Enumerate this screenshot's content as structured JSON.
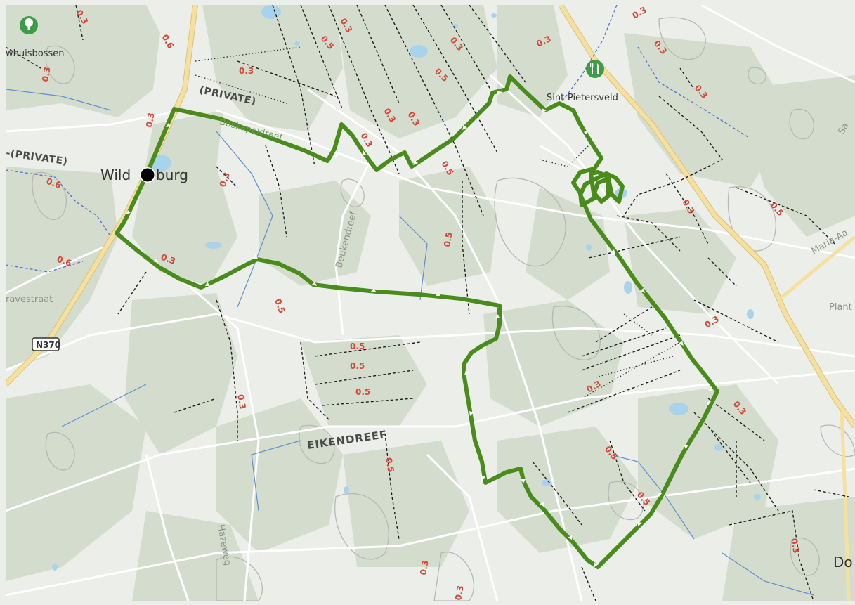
{
  "map": {
    "places": {
      "wildenburg": "Wild●burg",
      "wildenburg_left": "Wild",
      "wildenburg_right": "burg",
      "sint_pietersveld": "Sint-Pietersveld",
      "nieuwhuisbossen": "whuisbossen",
      "do": "Do"
    },
    "labels": {
      "private_1": "(PRIVATE)",
      "private_2": "-(PRIVATE)",
      "boskapeldreef": "Boskapeldreef",
      "beukendreef": "Beukendreef",
      "eikendreef": "EIKENDREEF",
      "hazeweg": "Hazeweg",
      "ravestraat": "ravestraat",
      "maria_aa": "Maria-Aa",
      "plant": "Plant",
      "sa": "Sa",
      "road_n370": "N370"
    },
    "grades": [
      "0.6",
      "0.3",
      "0.3",
      "0.3",
      "0.5",
      "0.5",
      "0.3",
      "0.3",
      "0.3",
      "0.3",
      "0.3",
      "0.3",
      "0.5",
      "0.3",
      "0.6",
      "0.6",
      "0.3",
      "0.3",
      "0.5",
      "0.5",
      "0.5",
      "0.5",
      "0.3",
      "0.5",
      "0.3",
      "0.3",
      "0.3",
      "0.5",
      "0.5",
      "0.3",
      "0.3",
      "0.3",
      "0.3",
      "0.3"
    ],
    "colors": {
      "route": "#4a8c1c",
      "grade": "#d24a3a",
      "forest": "#d4dccd",
      "water": "#a9d3ea",
      "road_major": "#f3d98a",
      "poi": "#3f9b45"
    },
    "icons": {
      "tree_poi": "tree-icon",
      "restaurant_poi": "fork-knife-icon",
      "start_marker": "start-marker-icon"
    }
  }
}
